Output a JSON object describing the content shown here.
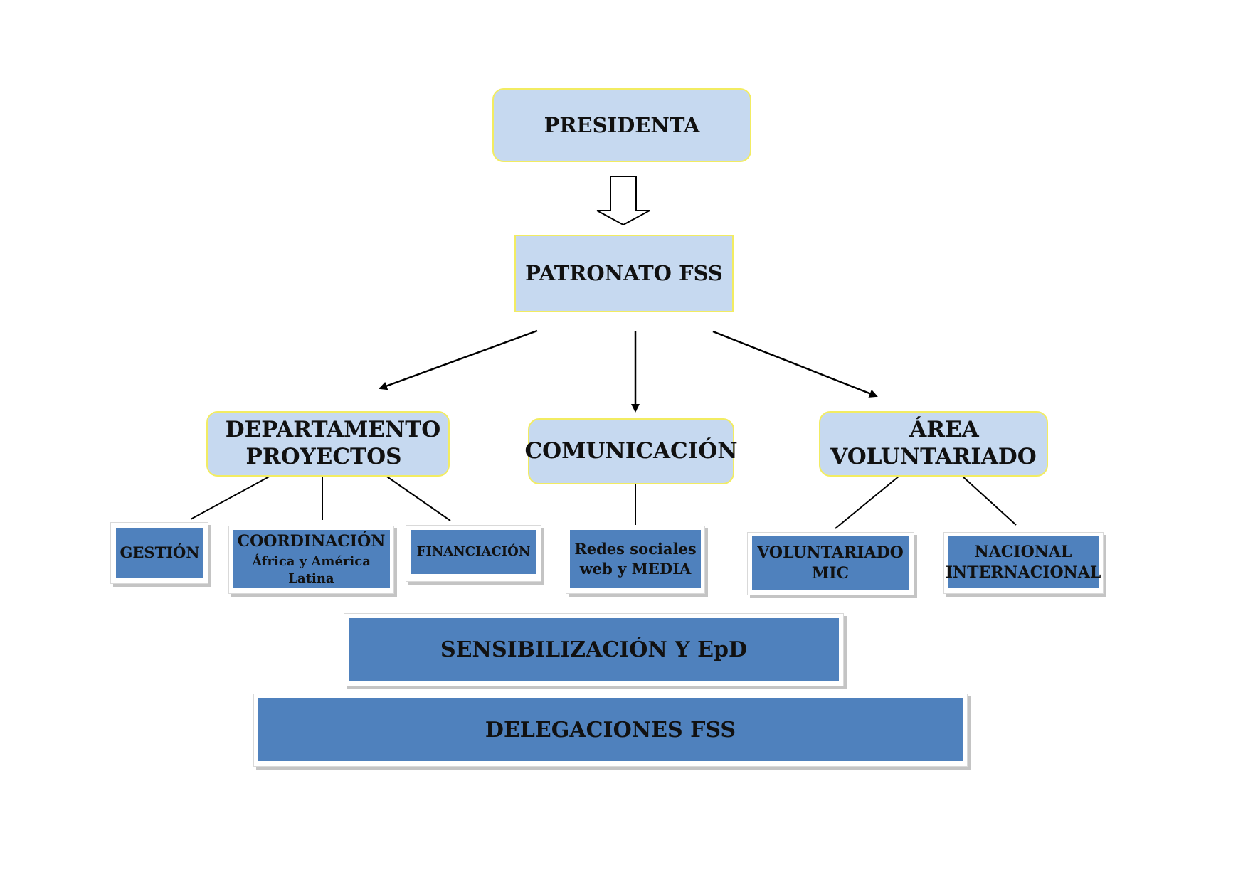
{
  "top": {
    "presidenta": "PRESIDENTA",
    "patronato": "PATRONATO FSS"
  },
  "areas": {
    "proyectos": [
      "DEPARTAMENTO",
      "PROYECTOS"
    ],
    "comunicacion": "COMUNICACIÓN",
    "voluntariado": [
      "ÁREA",
      "VOLUNTARIADO"
    ]
  },
  "units": {
    "gestion": "GESTIÓN",
    "coordinacion": [
      "COORDINACIÓN",
      "África y América Latina"
    ],
    "financiacion": "FINANCIACIÓN",
    "redes": [
      "Redes sociales",
      "web y MEDIA"
    ],
    "voluntariado_mic": [
      "VOLUNTARIADO",
      "MIC"
    ],
    "nacional": [
      "NACIONAL",
      "INTERNACIONAL"
    ]
  },
  "bottom": {
    "sensibilizacion": "SENSIBILIZACIÓN Y EpD",
    "delegaciones": "DELEGACIONES FSS"
  },
  "colors": {
    "light_fill": "#c6d9f0",
    "light_border": "#f2ec62",
    "dark_fill": "#4f81bd"
  }
}
